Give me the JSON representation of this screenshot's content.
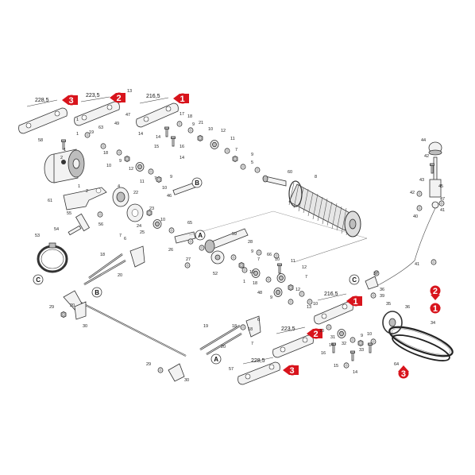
{
  "colors": {
    "badge": "#d8141c",
    "badge_text": "#ffffff",
    "line": "#444444"
  },
  "dimensions": {
    "top_left": "228,5",
    "top_mid": "223,5",
    "top_right": "216,5",
    "bottom_right": "216,5",
    "bottom_mid": "223,5",
    "bottom_left": "228,5"
  },
  "badges": {
    "b1": "1",
    "b2": "2",
    "b3": "3"
  },
  "ref_letters": {
    "a": "A",
    "b": "B",
    "c": "C"
  },
  "part_numbers": {
    "p1": "1",
    "p2": "2",
    "p4": "4",
    "p5": "5",
    "p6": "6",
    "p7": "7",
    "p8": "8",
    "p9": "9",
    "p10": "10",
    "p11": "11",
    "p12": "12",
    "p13": "13",
    "p14": "14",
    "p15": "15",
    "p16": "16",
    "p17": "17",
    "p18": "18",
    "p19": "19",
    "p20": "20",
    "p21": "21",
    "p22": "22",
    "p23": "23",
    "p24": "24",
    "p25": "25",
    "p26": "26",
    "p27": "27",
    "p28": "28",
    "p29": "29",
    "p30": "30",
    "p31": "31",
    "p32": "32",
    "p33": "33",
    "p34": "34",
    "p35": "35",
    "p36": "36",
    "p37": "37",
    "p39": "39",
    "p40": "40",
    "p41": "41",
    "p42": "42",
    "p43": "43",
    "p44": "44",
    "p45": "45",
    "p46": "46",
    "p47": "47",
    "p48": "48",
    "p49": "49",
    "p52": "52",
    "p53": "53",
    "p54": "54",
    "p55": "55",
    "p56": "56",
    "p57": "57",
    "p58": "58",
    "p59": "59",
    "p60": "60",
    "p61": "61",
    "p63": "63",
    "p64": "64",
    "p65": "65",
    "p66": "66"
  }
}
